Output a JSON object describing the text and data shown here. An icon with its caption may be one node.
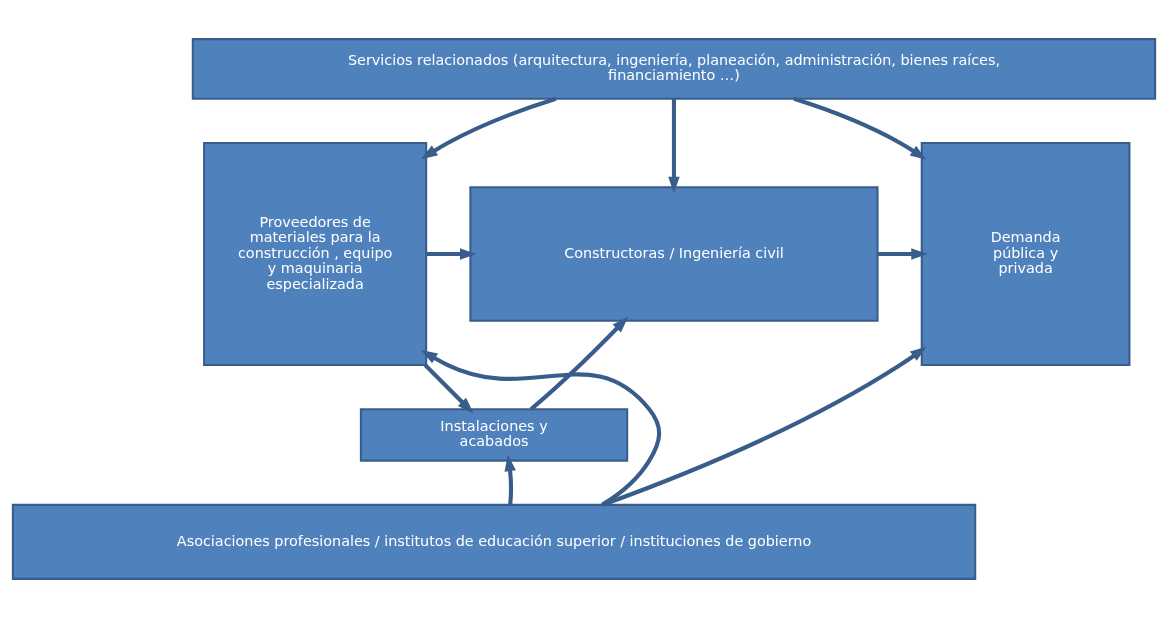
{
  "diagram": {
    "nodes": [
      {
        "text": [
          "Servicios relacionados (arquitectura, ingeniería, planeación, administración, bienes raíces, financiamiento …)"
        ]
      },
      {
        "text": [
          "Proveedores de materiales para la construcción , equipo y maquinaria especializada"
        ]
      },
      {
        "text": [
          "Constructoras / Ingeniería civil"
        ]
      },
      {
        "text": [
          "Demanda pública y privada"
        ]
      },
      {
        "text": [
          "Instalaciones y acabados"
        ]
      },
      {
        "text": [
          "Asociaciones profesionales / institutos de educación superior / instituciones de gobierno"
        ]
      }
    ],
    "edges": [
      {
        "from": 0,
        "to": 1,
        "arrow": "to"
      },
      {
        "from": 0,
        "to": 2,
        "arrow": "to"
      },
      {
        "from": 0,
        "to": 3,
        "arrow": "to"
      },
      {
        "from": 1,
        "to": 2,
        "arrow": "to"
      },
      {
        "from": 1,
        "to": 4,
        "arrow": "to"
      },
      {
        "from": 2,
        "to": 3,
        "arrow": "to"
      },
      {
        "from": 4,
        "to": 2,
        "arrow": "to"
      },
      {
        "from": 5,
        "to": 1,
        "arrow": "to"
      },
      {
        "from": 5,
        "to": 4,
        "arrow": "to"
      },
      {
        "from": 5,
        "to": 3,
        "arrow": "to"
      }
    ]
  }
}
